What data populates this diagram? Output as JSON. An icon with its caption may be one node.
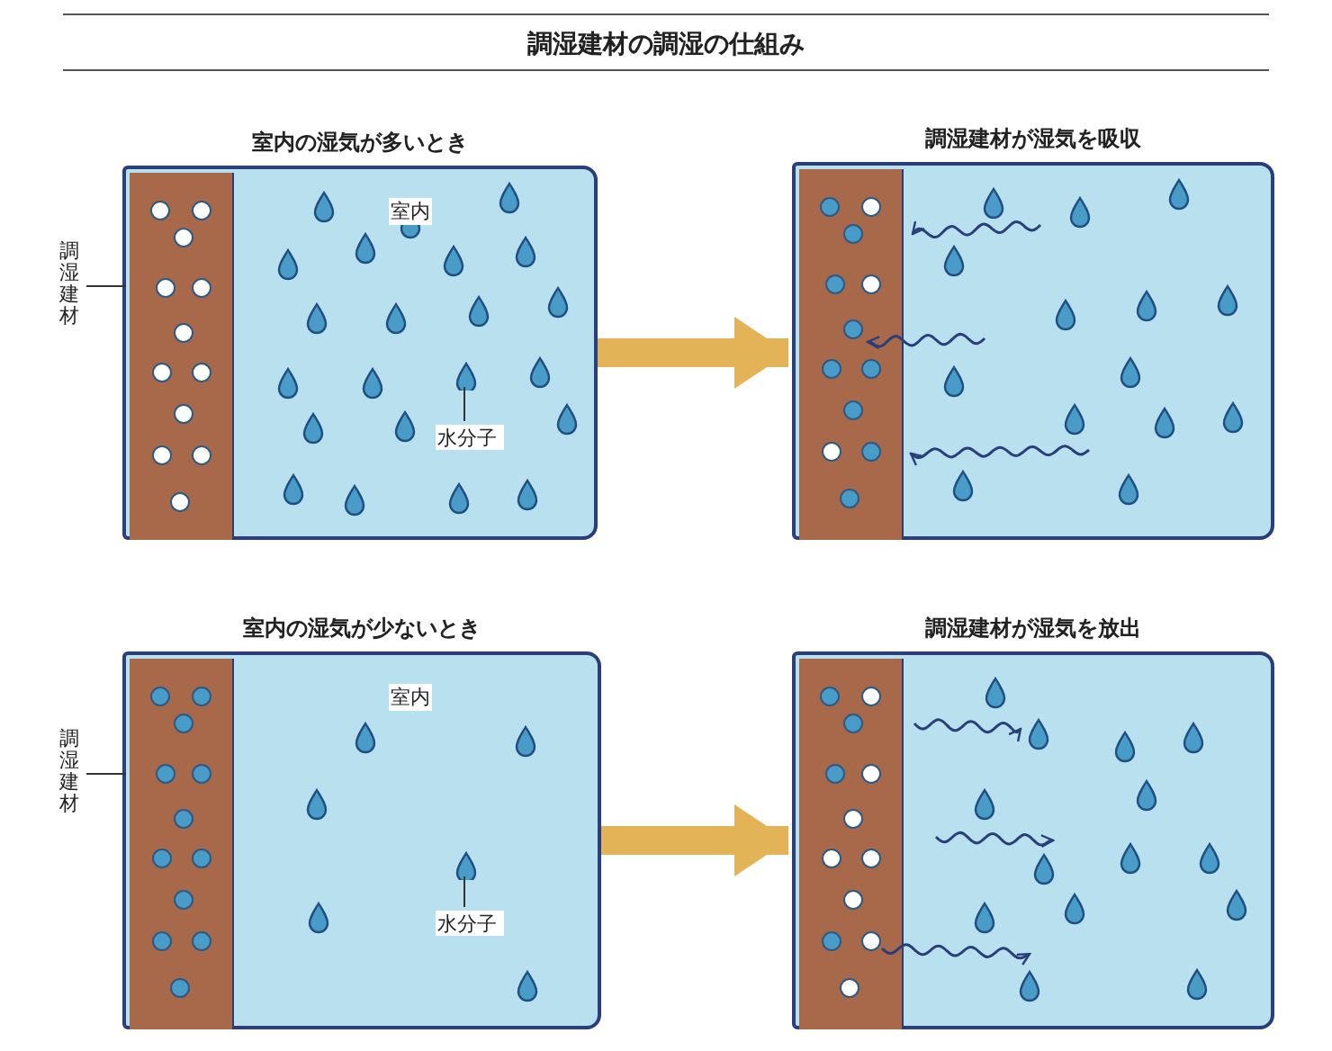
{
  "diagram": {
    "title": "調湿建材の調湿の仕組み",
    "nodes": [
      {
        "text": [
          "室内の湿気が多いとき"
        ]
      },
      {
        "text": [],
        "shape": "bar",
        "in": 0
      },
      {
        "text": [
          "調湿建材"
        ]
      },
      {
        "text": [],
        "shape": "drop",
        "in": 0
      },
      {
        "text": [
          "水分子"
        ],
        "in": 0
      },
      {
        "text": [
          "調湿建材が湿気を吸収"
        ]
      },
      {
        "text": [],
        "shape": "bar",
        "in": 5
      },
      {
        "text": [
          "室内の湿気が少ないとき"
        ]
      },
      {
        "text": [],
        "shape": "bar",
        "in": 7
      },
      {
        "text": [
          "調湿建材"
        ]
      },
      {
        "text": [],
        "shape": "drop",
        "in": 7
      },
      {
        "text": [
          "水分子"
        ],
        "in": 7
      },
      {
        "text": [
          "調湿建材が湿気を放出"
        ]
      },
      {
        "text": [],
        "shape": "bar",
        "in": 12
      }
    ],
    "edges": [
      {
        "from": 0,
        "to": 5,
        "arrow": "to",
        "style": "thick",
        "color": "#e2b457"
      },
      {
        "from": 7,
        "to": 12,
        "arrow": "to",
        "style": "thick",
        "color": "#e2b457"
      },
      {
        "from": 2,
        "to": 1,
        "arrow": "none"
      },
      {
        "from": 4,
        "to": 3,
        "arrow": "none"
      },
      {
        "from": 9,
        "to": 8,
        "arrow": "none"
      },
      {
        "from": 11,
        "to": 10,
        "arrow": "none"
      }
    ],
    "labels": [
      "室内",
      "室内"
    ]
  }
}
